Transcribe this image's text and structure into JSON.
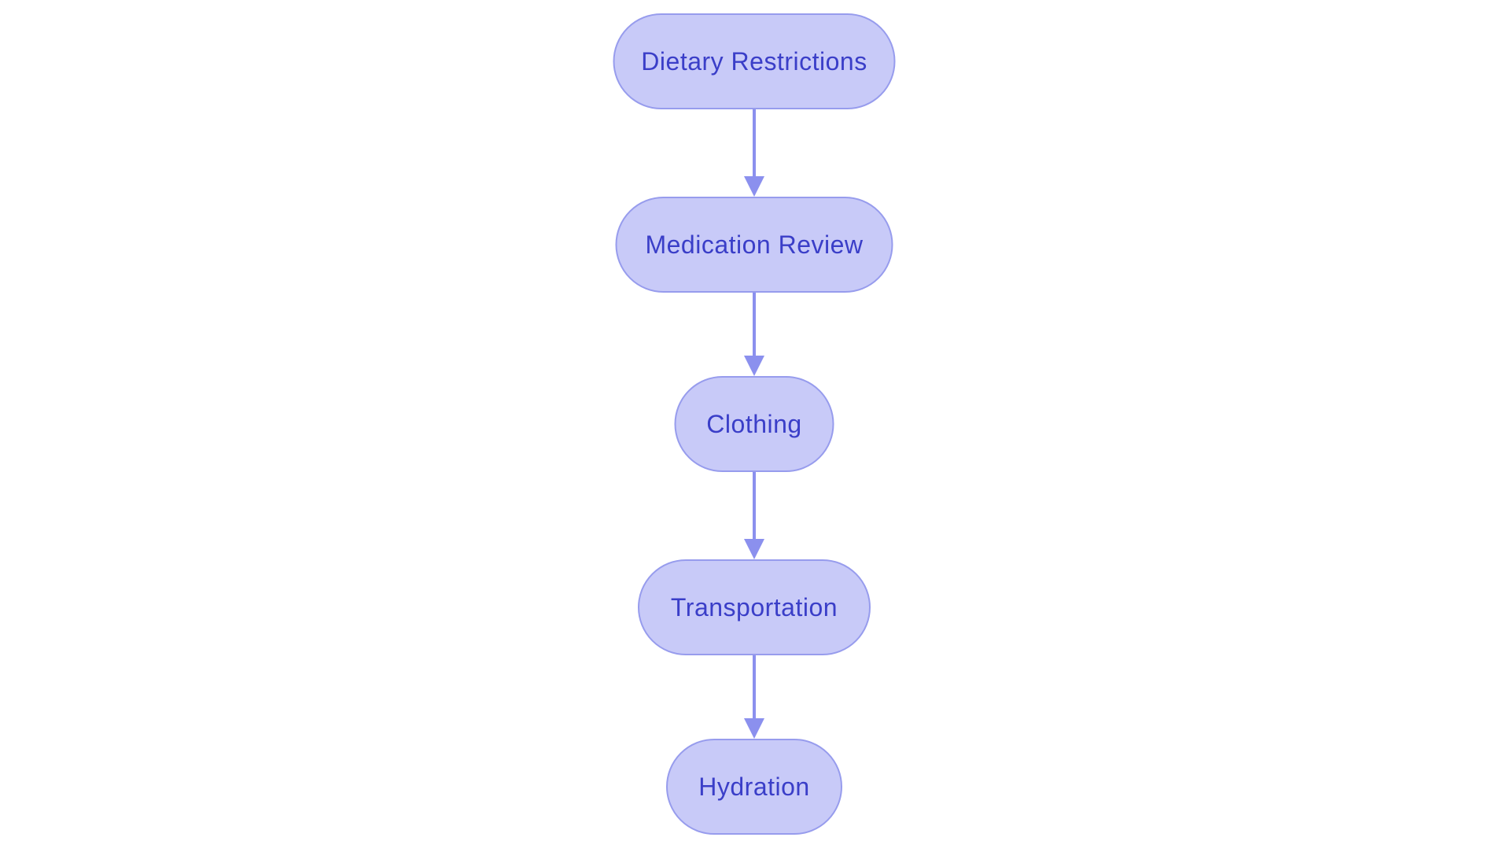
{
  "diagram": {
    "type": "flowchart",
    "direction": "top-down",
    "nodes": [
      {
        "id": "dietary-restrictions",
        "label": "Dietary Restrictions"
      },
      {
        "id": "medication-review",
        "label": "Medication Review"
      },
      {
        "id": "clothing",
        "label": "Clothing"
      },
      {
        "id": "transportation",
        "label": "Transportation"
      },
      {
        "id": "hydration",
        "label": "Hydration"
      }
    ],
    "edges": [
      {
        "from": "dietary-restrictions",
        "to": "medication-review"
      },
      {
        "from": "medication-review",
        "to": "clothing"
      },
      {
        "from": "clothing",
        "to": "transportation"
      },
      {
        "from": "transportation",
        "to": "hydration"
      }
    ],
    "colors": {
      "node_fill": "#c8caf8",
      "node_border": "#979ced",
      "arrow": "#8b90ee",
      "text": "#3a3ec8",
      "background": "#ffffff"
    }
  }
}
